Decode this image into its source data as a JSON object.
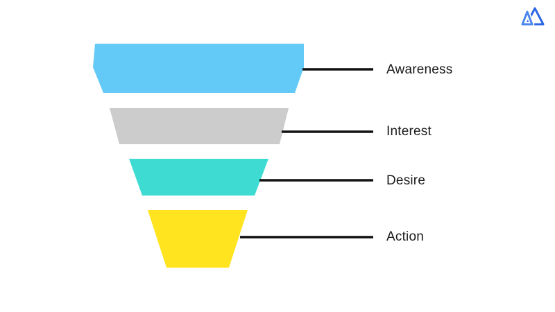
{
  "page": {
    "background_color": "#ffffff"
  },
  "logo": {
    "icon": "mountain-logo",
    "large_triangle_color": "#2b66e4",
    "small_triangle_color": "#4a86ec"
  },
  "funnel": {
    "type": "funnel",
    "connector_color": "#111111",
    "label_color": "#1a1a1a",
    "stages": [
      {
        "label": "Awareness",
        "color": "#63caf8"
      },
      {
        "label": "Interest",
        "color": "#cccccc"
      },
      {
        "label": "Desire",
        "color": "#3ddbd1"
      },
      {
        "label": "Action",
        "color": "#ffe41f"
      }
    ]
  }
}
